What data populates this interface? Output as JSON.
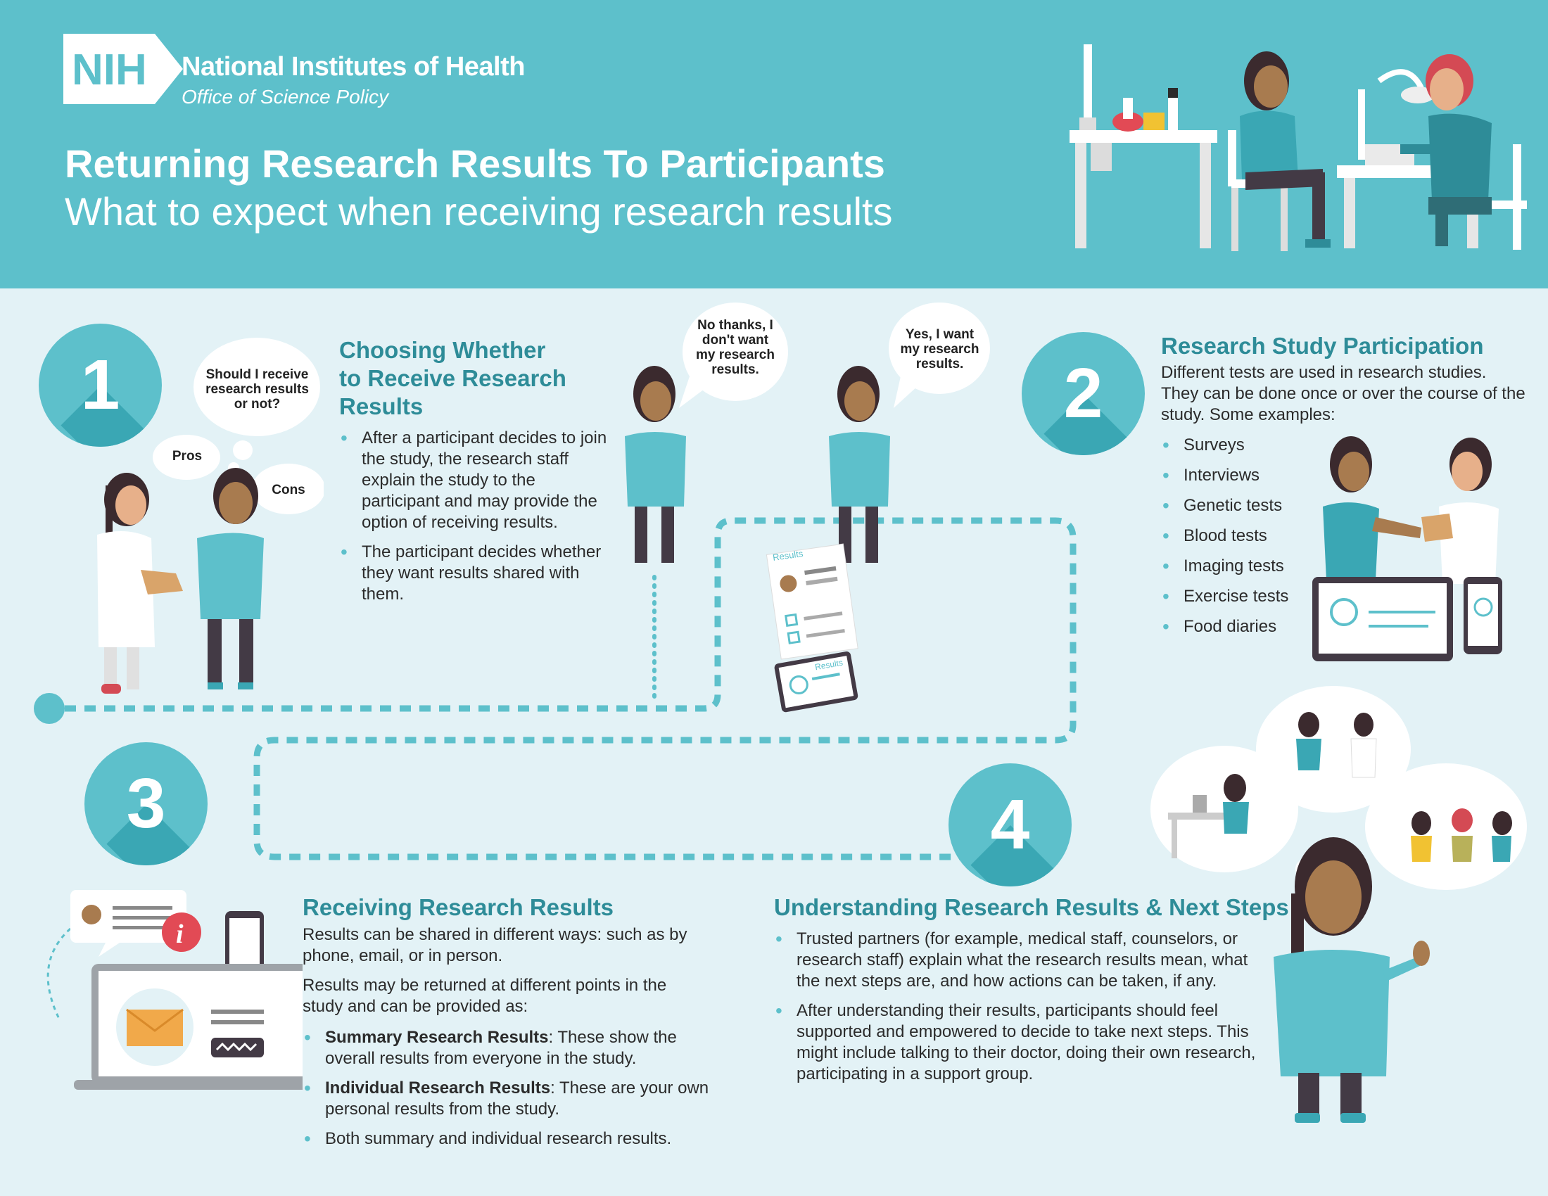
{
  "header": {
    "logo_text": "NIH",
    "org_name": "National Institutes of Health",
    "org_sub": "Office of Science Policy",
    "title": "Returning Research Results To Participants",
    "subtitle": "What to expect when receiving research results"
  },
  "step1": {
    "number": "1",
    "title_line1": "Choosing Whether",
    "title_line2": "to Receive Research",
    "title_line3": "Results",
    "bullets": [
      "After a participant decides to join the study, the research staff explain the study to the participant and may provide the option of receiving results.",
      "The participant decides whether they want results shared with them."
    ],
    "thought": "Should I receive research results or not?",
    "pros": "Pros",
    "cons": "Cons",
    "speech_no": "No thanks, I don't want my research results.",
    "speech_yes": "Yes, I want my research results.",
    "doc_label": "Results",
    "tablet_label": "Results"
  },
  "step2": {
    "number": "2",
    "title": "Research Study Participation",
    "intro": "Different tests are used in research studies. They can be done once or over the course of the study. Some examples:",
    "items": [
      "Surveys",
      "Interviews",
      "Genetic tests",
      "Blood tests",
      "Imaging tests",
      "Exercise tests",
      "Food diaries"
    ]
  },
  "step3": {
    "number": "3",
    "title": "Receiving Research Results",
    "para1": "Results can be shared in different ways: such as by phone, email, or in person.",
    "para2": "Results may be returned at different points in the study and can be provided as:",
    "b1_bold": "Summary Research Results",
    "b1_text": ": These show the overall results from everyone in the study.",
    "b2_bold": "Individual Research Results",
    "b2_text": ": These are your own personal results from the study.",
    "b3_text": "Both summary and individual research results."
  },
  "step4": {
    "number": "4",
    "title": "Understanding Research Results & Next Steps",
    "bullets": [
      "Trusted partners (for example, medical staff, counselors, or research staff) explain what the research results mean, what the next steps are, and how actions can be taken, if any.",
      "After understanding their results, participants should feel supported and empowered to decide to take next steps. This might include talking to their doctor, doing their own research, participating in a support group."
    ]
  },
  "colors": {
    "teal": "#5dc0cb",
    "teal_dark": "#3aa7b4",
    "title_teal": "#2e8c98",
    "bg": "#e3f2f6",
    "skin": "#a87b4f",
    "hair": "#3b2a2e",
    "pants": "#433a45"
  }
}
